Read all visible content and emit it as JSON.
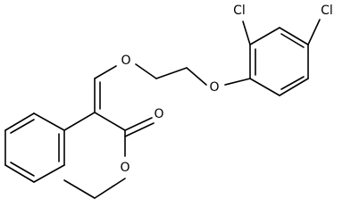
{
  "molecule": {
    "atom_labels": {
      "chlorine_ortho": "Cl",
      "chlorine_para": "Cl",
      "ether_oxygen_1": "O",
      "ether_oxygen_2": "O",
      "carbonyl_oxygen": "O",
      "ester_oxygen": "O"
    }
  },
  "colors": {
    "bond": "#000000",
    "label": "#000000",
    "background": "#ffffff"
  }
}
